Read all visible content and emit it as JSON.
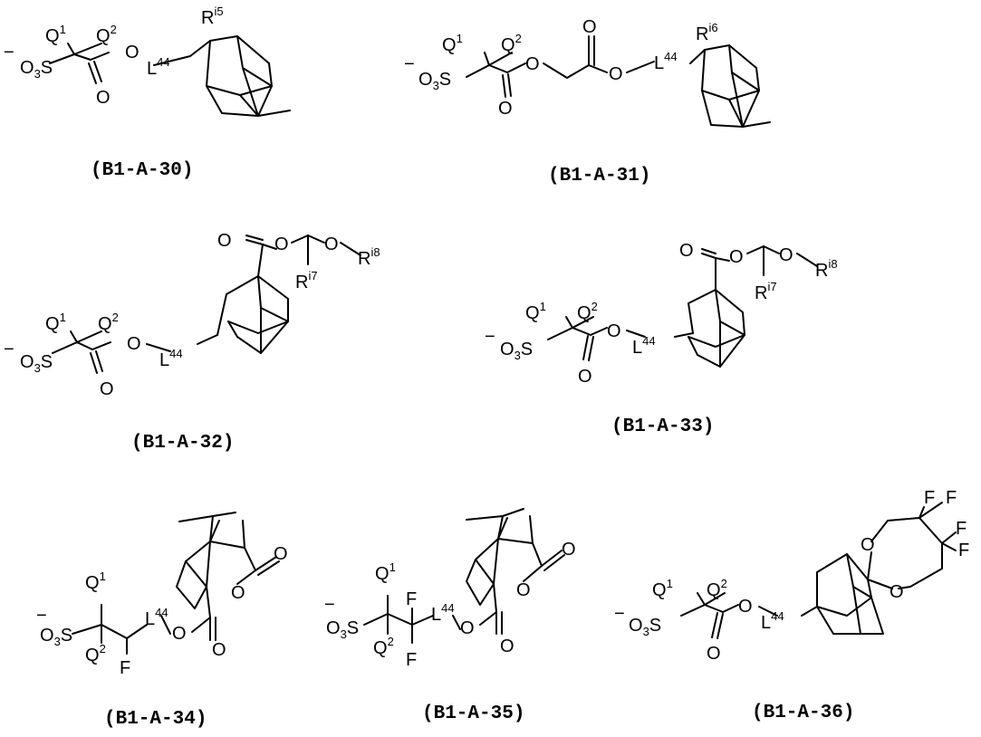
{
  "labels": {
    "so3": "O3S",
    "minus": "−",
    "q1": "Q1",
    "q2": "Q2",
    "oxygen": "O",
    "linker": "L44",
    "fluorine": "F",
    "ri5": "Ri5",
    "ri6": "Ri6",
    "ri7": "Ri7",
    "ri8": "Ri8"
  },
  "compounds": [
    {
      "id": "B1-A-30",
      "caption": "(B1-A-30)"
    },
    {
      "id": "B1-A-31",
      "caption": "(B1-A-31)"
    },
    {
      "id": "B1-A-32",
      "caption": "(B1-A-32)"
    },
    {
      "id": "B1-A-33",
      "caption": "(B1-A-33)"
    },
    {
      "id": "B1-A-34",
      "caption": "(B1-A-34)"
    },
    {
      "id": "B1-A-35",
      "caption": "(B1-A-35)"
    },
    {
      "id": "B1-A-36",
      "caption": "(B1-A-36)"
    }
  ]
}
